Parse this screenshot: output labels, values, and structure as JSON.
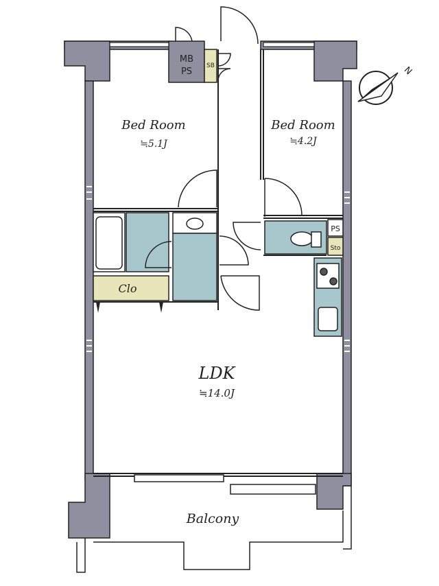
{
  "rooms": {
    "bed1_name": "Bed Room",
    "bed1_area": "≒5.1J",
    "bed2_name": "Bed Room",
    "bed2_area": "≒4.2J",
    "ldk_name": "LDK",
    "ldk_area": "≒14.0J",
    "closet": "Clo",
    "balcony": "Balcony"
  },
  "utilities": {
    "mb_line1": "MB",
    "mb_line2": "PS",
    "sb": "SB",
    "ps": "PS",
    "sto": "Sto"
  },
  "compass": {
    "north_label": "N"
  },
  "colors": {
    "wall": "#8f8f9f",
    "wet_area": "#a8c7cc",
    "closet": "#e8e6b8",
    "line": "#222222",
    "background": "#ffffff"
  }
}
